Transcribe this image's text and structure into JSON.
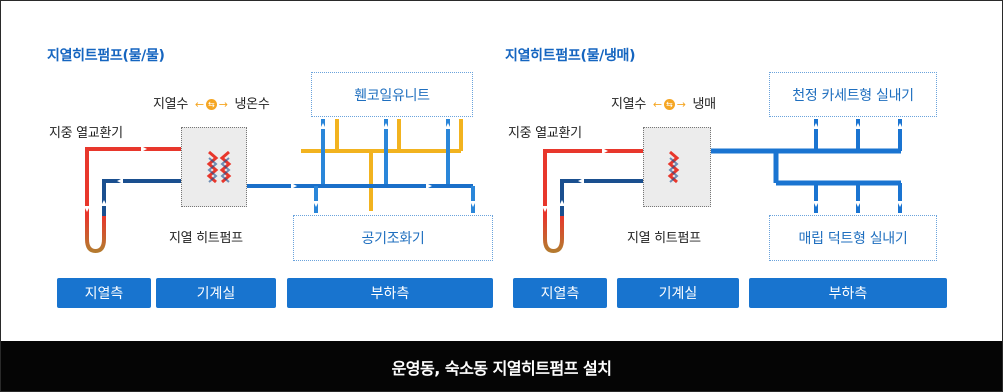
{
  "caption": "운영동, 숙소동 지열히트펌프 설치",
  "colors": {
    "hot_pipe": "#e8372c",
    "cold_pipe": "#1a4f8f",
    "chilled_pipe": "#2a86d9",
    "warm_pipe": "#f2b31f",
    "ground_loop": "#b57a2f",
    "zone_fill": "#1874cf",
    "title_color": "#1565c0",
    "footer_bg": "#050505"
  },
  "left": {
    "title": "지열히트펌프(물/물)",
    "flow_from": "지열수",
    "flow_to": "냉온수",
    "ground_hx_label": "지중 열교환기",
    "heatpump_label": "지열 히트펌프",
    "top_unit": "휀코일유니트",
    "bottom_unit": "공기조화기",
    "zones": [
      "지열측",
      "기계실",
      "부하측"
    ]
  },
  "right": {
    "title": "지열히트펌프(물/냉매)",
    "flow_from": "지열수",
    "flow_to": "냉매",
    "ground_hx_label": "지중 열교환기",
    "heatpump_label": "지열 히트펌프",
    "top_unit": "천정 카세트형 실내기",
    "bottom_unit": "매립 덕트형 실내기",
    "zones": [
      "지열측",
      "기계실",
      "부하측"
    ]
  }
}
